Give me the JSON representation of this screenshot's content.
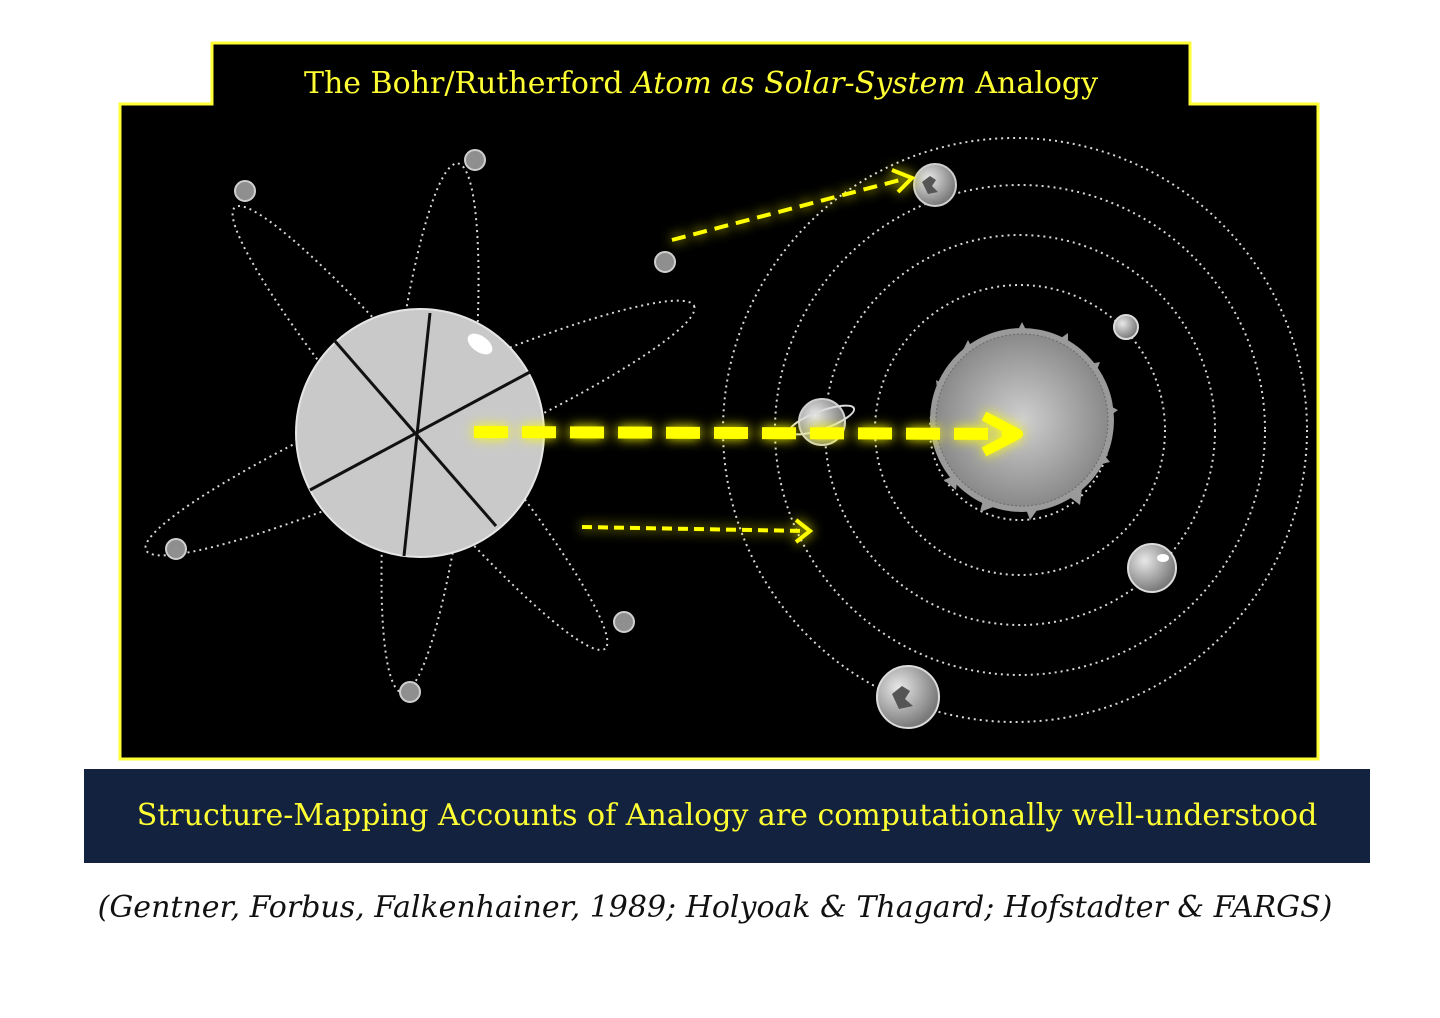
{
  "title": {
    "part1": "The Bohr/Rutherford ",
    "part2_italic": "Atom as Solar-System",
    "part3": " Analogy"
  },
  "banner": {
    "text": "Structure-Mapping Accounts of Analogy are computationally well-understood"
  },
  "citation": {
    "text": "(Gentner, Forbus, Falkenhainer, 1989; Holyoak & Thagard; Hofstadter & FARGS)"
  },
  "colors": {
    "frame_border": "#ffff33",
    "panel_background": "#000000",
    "arrow": "#ffff00",
    "banner_background": "#13233f",
    "text_yellow": "#ffff33"
  },
  "icons": {
    "atom": "atom-icon",
    "solar_system": "solar-system-icon",
    "mapping_arrow": "dashed-arrow"
  }
}
